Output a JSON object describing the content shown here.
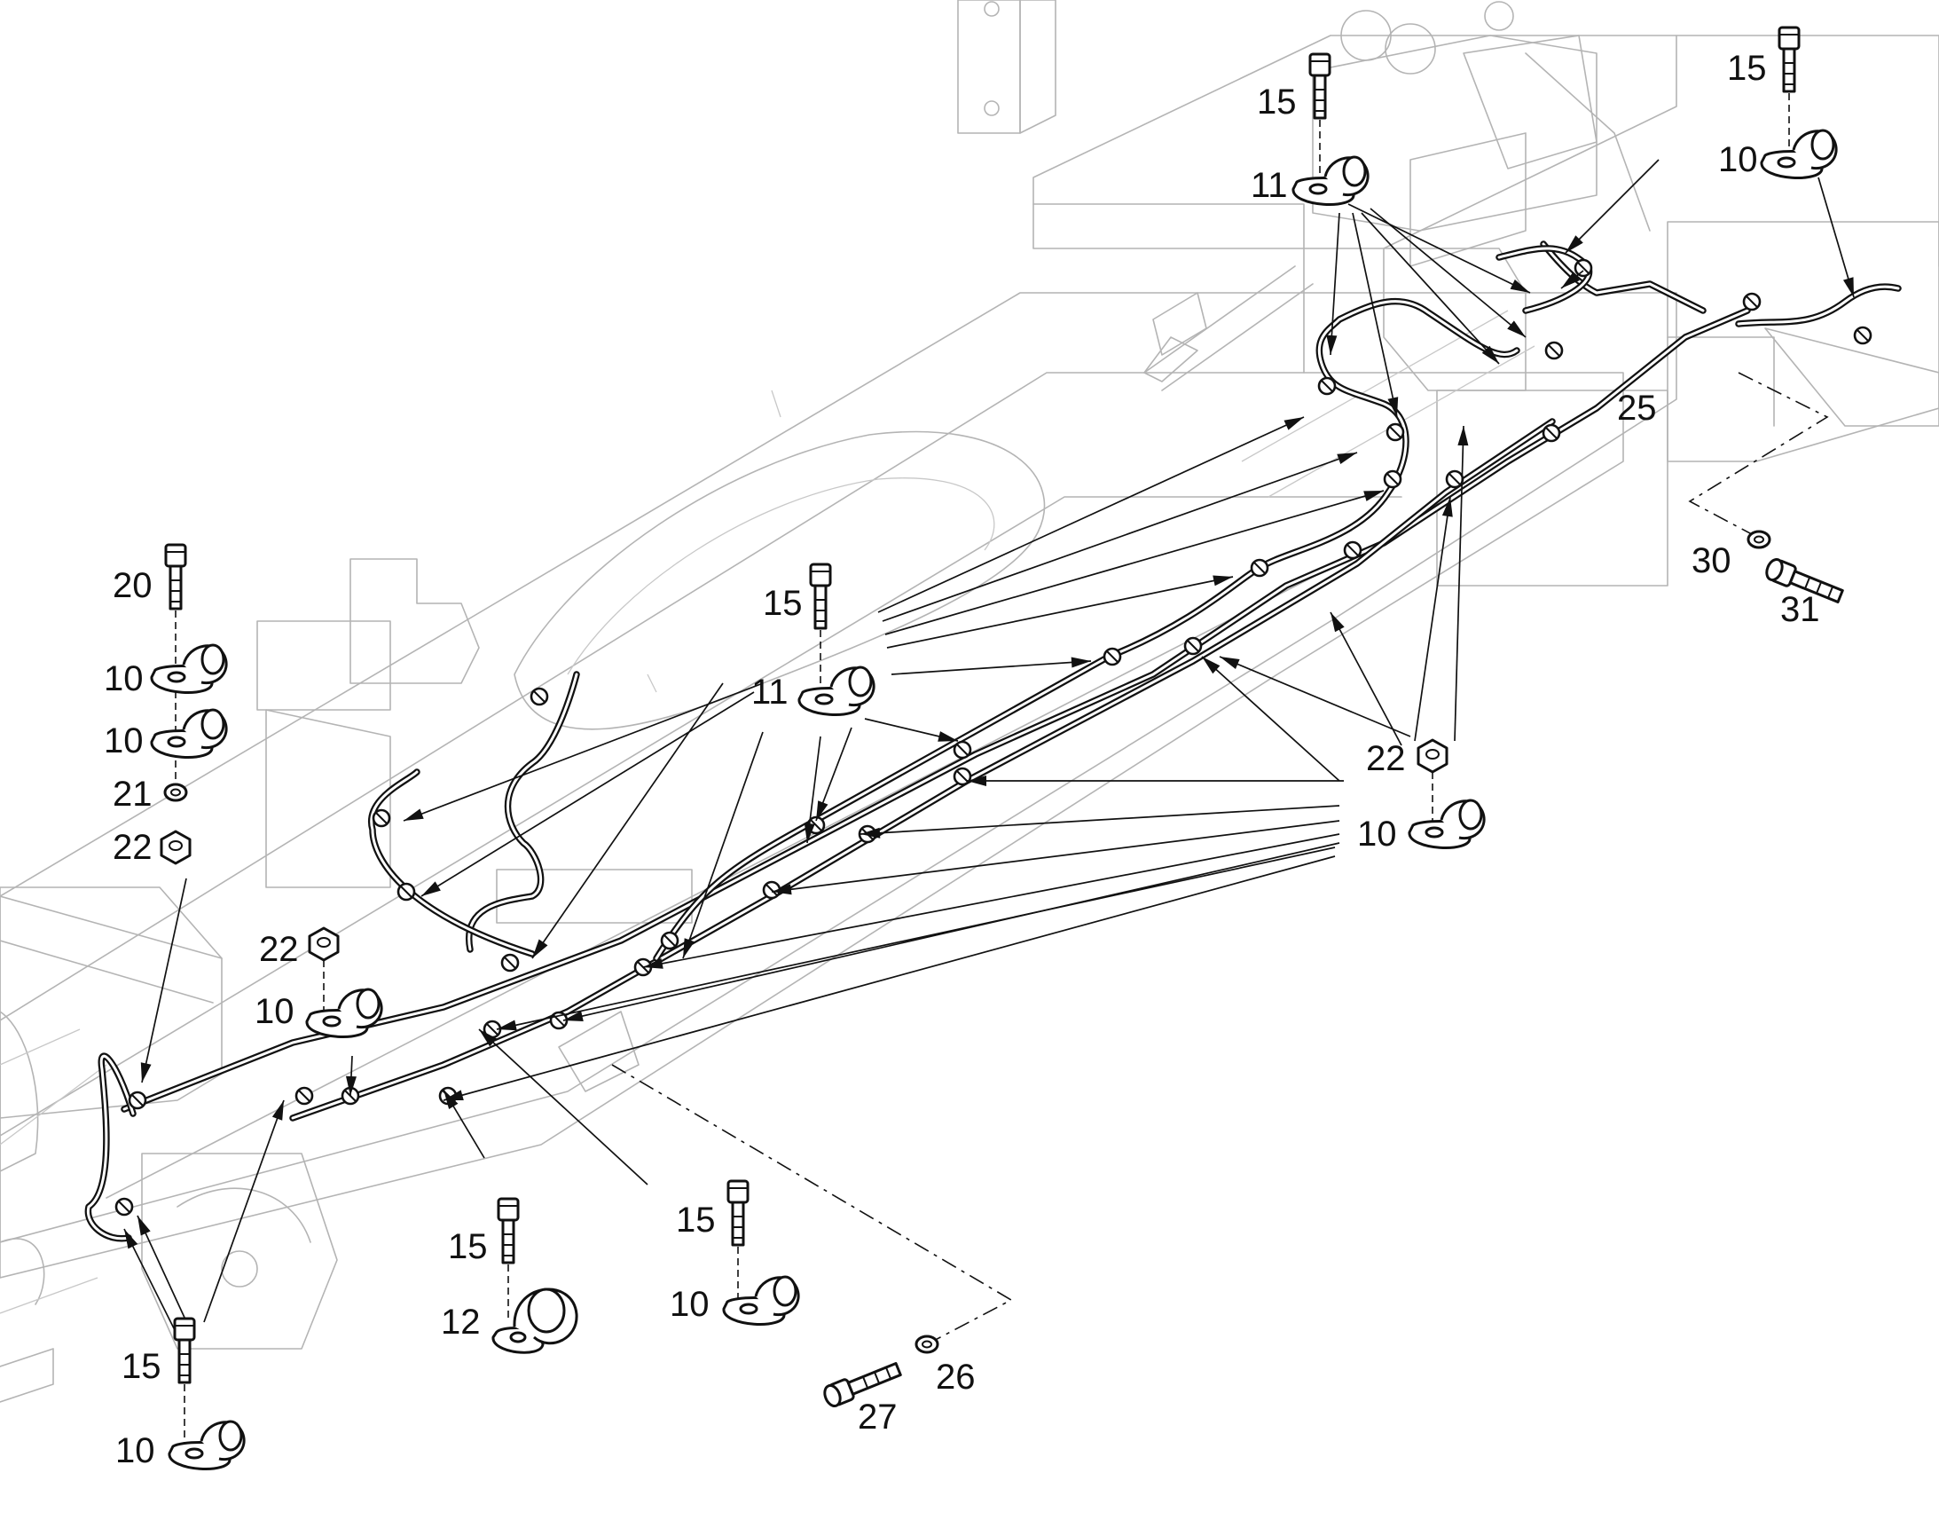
{
  "callouts": [
    {
      "text": "15"
    },
    {
      "text": "11"
    },
    {
      "text": "15"
    },
    {
      "text": "10"
    },
    {
      "text": "25"
    },
    {
      "text": "30"
    },
    {
      "text": "31"
    },
    {
      "text": "20"
    },
    {
      "text": "10"
    },
    {
      "text": "10"
    },
    {
      "text": "21"
    },
    {
      "text": "22"
    },
    {
      "text": "15"
    },
    {
      "text": "11"
    },
    {
      "text": "22"
    },
    {
      "text": "10"
    },
    {
      "text": "22"
    },
    {
      "text": "10"
    },
    {
      "text": "15"
    },
    {
      "text": "12"
    },
    {
      "text": "15"
    },
    {
      "text": "10"
    },
    {
      "text": "26"
    },
    {
      "text": "27"
    },
    {
      "text": "15"
    },
    {
      "text": "10"
    }
  ],
  "parts": {
    "bolt": "cap-screw-icon",
    "clamp": "loop-clamp-icon",
    "cushion_clamp": "cushion-clamp-icon",
    "nut": "hex-nut-icon",
    "washer": "flat-washer-icon"
  }
}
